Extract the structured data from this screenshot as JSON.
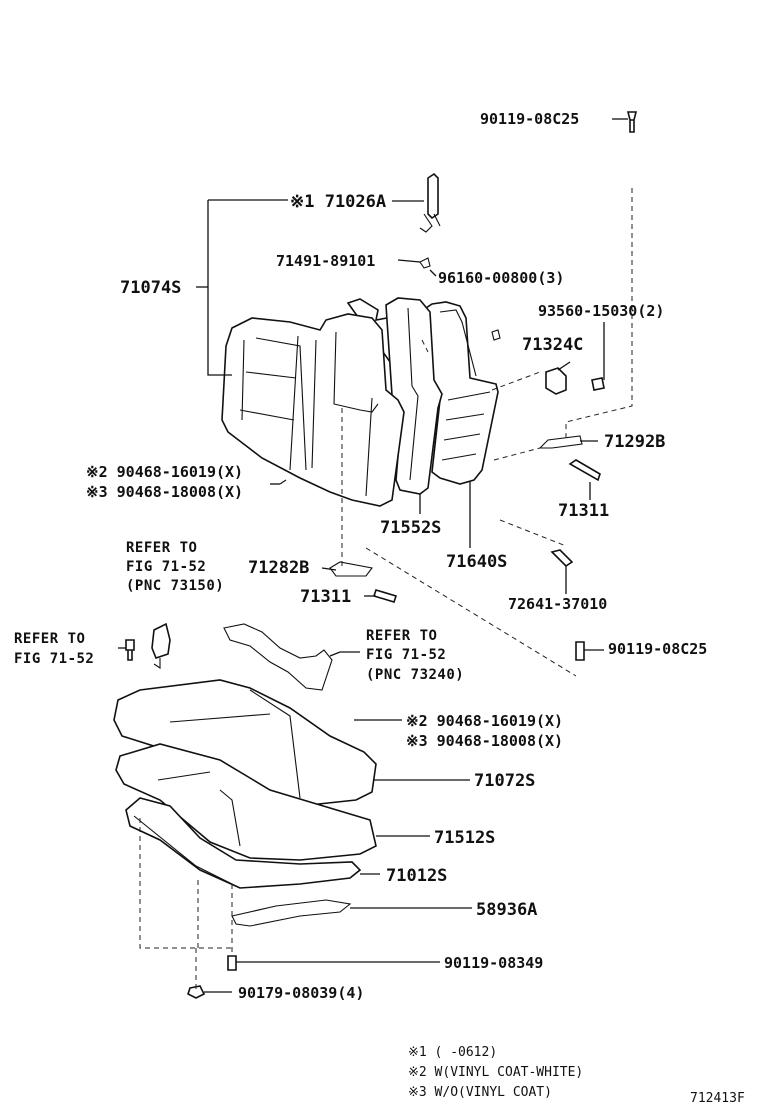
{
  "labels": {
    "p90119_08c25_top": "90119-08C25",
    "p71026a": "※1 71026A",
    "p71074s": "71074S",
    "p71491": "71491-89101",
    "p96160": "96160-00800(3)",
    "p93560": "93560-15030(2)",
    "p71324c": "71324C",
    "p71292b": "71292B",
    "p90468_a_top": "※2 90468-16019(X)",
    "p90468_b_top": "※3 90468-18008(X)",
    "p71311_right": "71311",
    "p71552s": "71552S",
    "p71640s": "71640S",
    "p71282b": "71282B",
    "p72641": "72641-37010",
    "p71311_left": "71311",
    "p90119_08c25_mid": "90119-08C25",
    "p90468_a_mid": "※2 90468-16019(X)",
    "p90468_b_mid": "※3 90468-18008(X)",
    "p71072s": "71072S",
    "p71512s": "71512S",
    "p71012s": "71012S",
    "p58936a": "58936A",
    "p90119_08349": "90119-08349",
    "p90179": "90179-08039(4)"
  },
  "refs": {
    "ref1": [
      "REFER TO",
      "FIG 71-52",
      "(PNC 73150)"
    ],
    "ref2": [
      "REFER TO",
      "FIG 71-52"
    ],
    "ref3": [
      "REFER TO",
      "FIG 71-52",
      "(PNC 73240)"
    ]
  },
  "notes": {
    "n1": "※1 (      -0612)",
    "n2": "※2 W(VINYL COAT-WHITE)",
    "n3": "※3 W/O(VINYL COAT)"
  },
  "figure_id": "712413F"
}
